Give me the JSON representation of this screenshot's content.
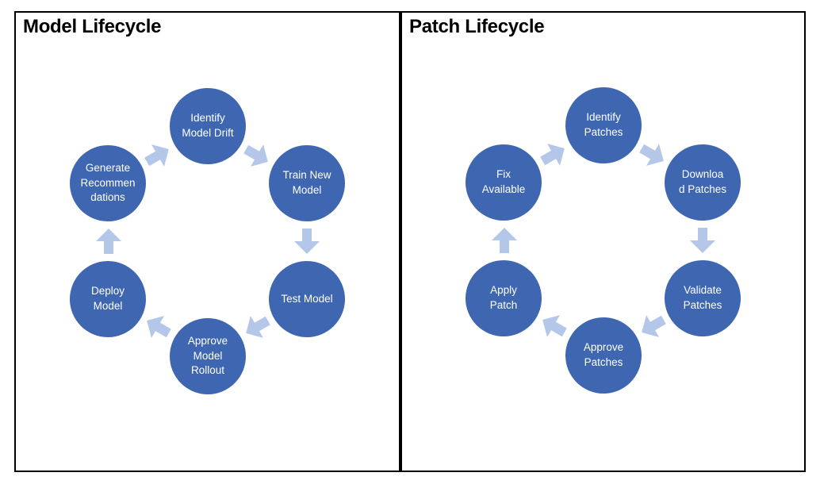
{
  "colors": {
    "node_fill": "#3e66b1",
    "node_text": "#ffffff",
    "arrow_fill": "#b4c7e9",
    "panel_border": "#000000",
    "title_text": "#000000",
    "background": "#ffffff"
  },
  "panels": [
    {
      "title": "Model Lifecycle",
      "nodes": [
        {
          "label": "Identify\nModel Drift"
        },
        {
          "label": "Train New\nModel"
        },
        {
          "label": "Test Model"
        },
        {
          "label": "Approve\nModel\nRollout"
        },
        {
          "label": "Deploy\nModel"
        },
        {
          "label": "Generate\nRecommen\ndations"
        }
      ]
    },
    {
      "title": "Patch Lifecycle",
      "nodes": [
        {
          "label": "Identify\nPatches"
        },
        {
          "label": "Downloa\nd Patches"
        },
        {
          "label": "Validate\nPatches"
        },
        {
          "label": "Approve\nPatches"
        },
        {
          "label": "Apply\nPatch"
        },
        {
          "label": "Fix\nAvailable"
        }
      ]
    }
  ]
}
